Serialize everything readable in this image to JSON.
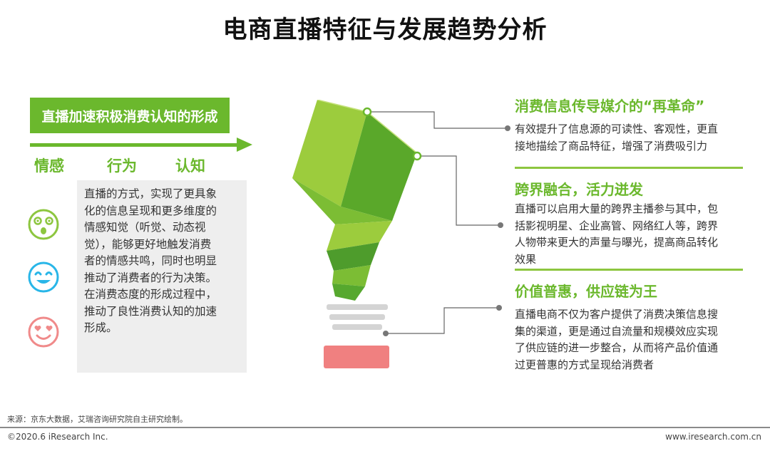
{
  "title": "电商直播特征与发展趋势分析",
  "left": {
    "banner": "直播加速积极消费认知的形成",
    "stages": [
      "情感",
      "行为",
      "认知"
    ],
    "description_lines": [
      "直播的方式，实现了更具象",
      "化的信息呈现和更多维度的",
      "情感知觉（听觉、动态视",
      "觉），能够更好地触发消费",
      "者的情感共鸣，同时也明显",
      "推动了消费者的行为决策。",
      "在消费态度的形成过程中，",
      "推动了良性消费认知的加速",
      "形成。"
    ],
    "faces": [
      "surprised-face-icon",
      "smiling-face-icon",
      "heart-eyes-face-icon"
    ]
  },
  "right": {
    "items": [
      {
        "heading": "消费信息传导媒介的“再革命”",
        "lines": [
          "有效提升了信息源的可读性、客观性，更直",
          "接地描绘了商品特征，增强了消费吸引力"
        ]
      },
      {
        "heading": "跨界融合，活力迸发",
        "lines": [
          "直播可以启用大量的跨界主播参与其中，包",
          "括影视明星、企业高管、网络红人等，跨界",
          "人物带来更大的声量与曝光，提高商品转化",
          "效果"
        ]
      },
      {
        "heading": "价值普惠，供应链为王",
        "lines": [
          "直播电商不仅为客户提供了消费决策信息搜",
          "集的渠道，更是通过自流量和规模效应实现",
          "了供应链的进一步整合，从而将产品价值通",
          "过更普惠的方式呈现给消费者"
        ]
      }
    ]
  },
  "footer": {
    "source": "来源：京东大数据，艾瑞咨询研究院自主研究绘制。",
    "copyright": "©2020.6 iResearch Inc.",
    "website": "www.iresearch.com.cn"
  },
  "colors": {
    "green": "#6bb82d",
    "light_green": "#8dc63f",
    "base_pink": "#f08080",
    "face_green": "#8dc63f",
    "face_blue": "#29b6e8",
    "face_pink": "#f08a8a"
  }
}
